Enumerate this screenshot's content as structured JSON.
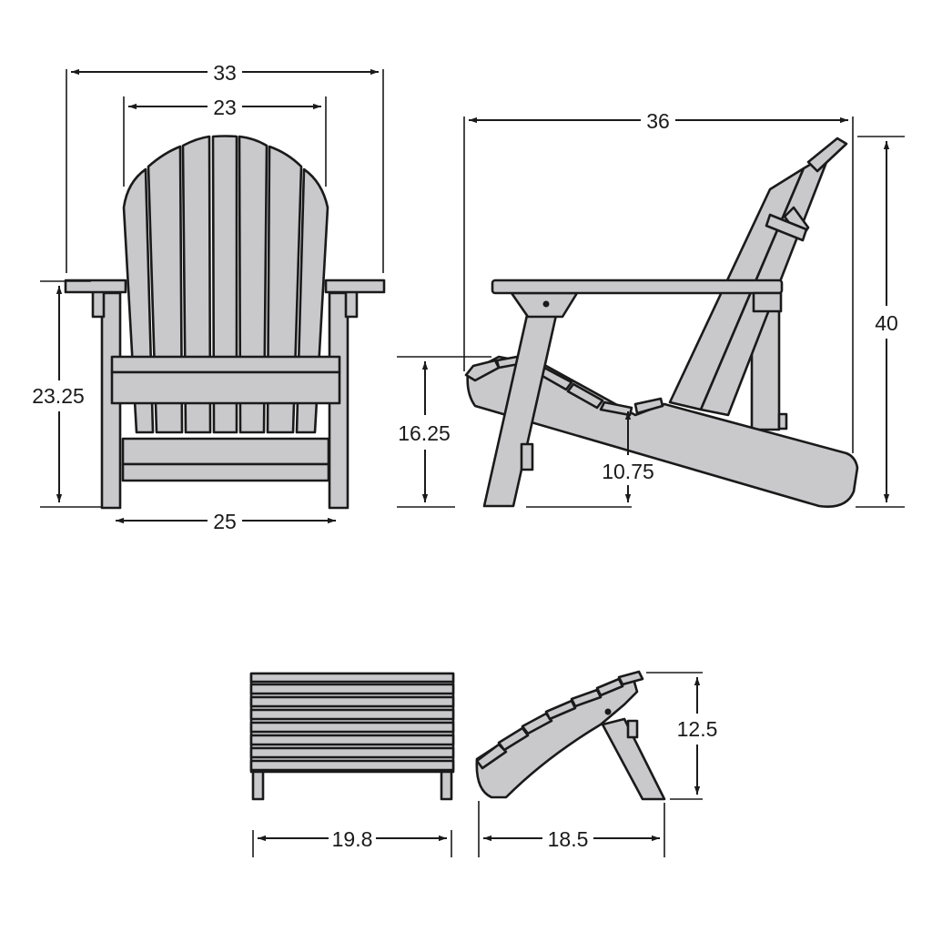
{
  "colors": {
    "wood": "#c9c9cc",
    "line": "#1a1a1a",
    "background": "#ffffff"
  },
  "dimensions": {
    "chair_front_overall_width": "33",
    "chair_back_width": "23",
    "chair_arm_height": "23.25",
    "chair_base_width": "25",
    "chair_side_depth": "36",
    "chair_overall_height": "40",
    "chair_front_seat_height": "16.25",
    "chair_rear_seat_height": "10.75",
    "ottoman_width": "19.8",
    "ottoman_depth": "18.5",
    "ottoman_height": "12.5"
  }
}
